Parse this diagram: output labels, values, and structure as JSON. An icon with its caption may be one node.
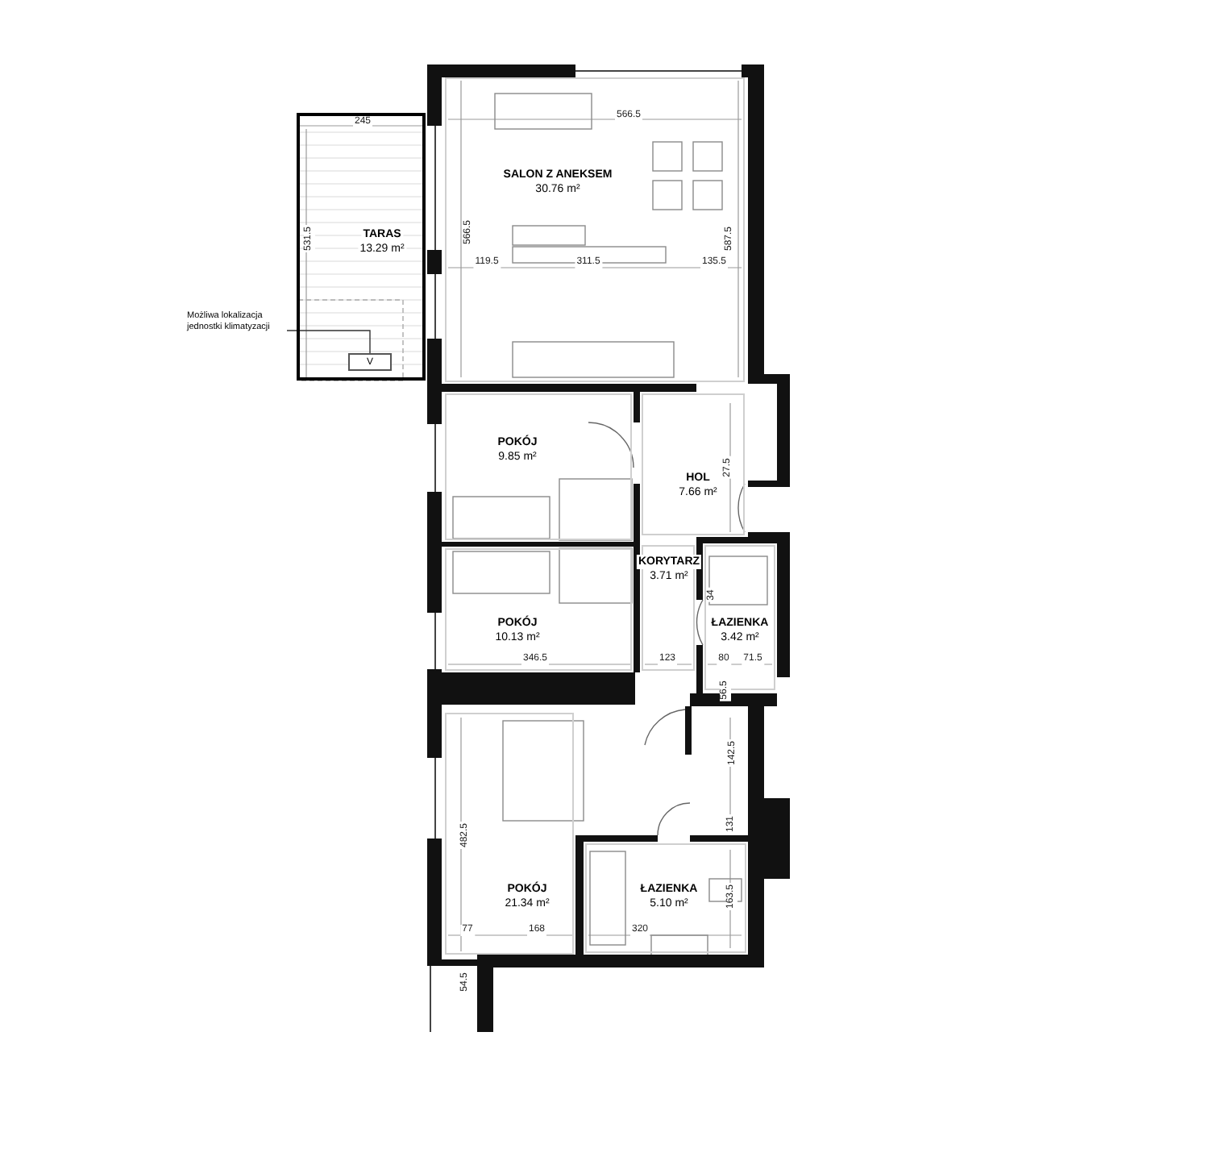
{
  "diagram": {
    "nodes": [
      {
        "text": [
          "TARAS",
          "13.29 m²"
        ]
      },
      {
        "text": [
          "SALON Z ANEKSEM",
          "30.76 m²"
        ]
      },
      {
        "text": [
          "POKÓJ",
          "9.85 m²"
        ]
      },
      {
        "text": [
          "HOL",
          "7.66 m²"
        ]
      },
      {
        "text": [
          "KORYTARZ",
          "3.71 m²"
        ]
      },
      {
        "text": [
          "POKÓJ",
          "10.13 m²"
        ]
      },
      {
        "text": [
          "ŁAZIENKA",
          "3.42 m²"
        ]
      },
      {
        "text": [
          "POKÓJ",
          "21.34 m²"
        ]
      },
      {
        "text": [
          "ŁAZIENKA",
          "5.10 m²"
        ]
      },
      {
        "text": [
          "Możliwa lokalizacja jednostki klimatyzacji"
        ]
      },
      {
        "text": [
          "V"
        ],
        "in": 0
      }
    ],
    "edges": [
      {
        "from": 9,
        "to": 10,
        "arrow": "none"
      }
    ],
    "labels": [
      "245",
      "566.5",
      "531.5",
      "566.5",
      "587.5",
      "119.5",
      "311.5",
      "135.5",
      "27.5",
      "34",
      "346.5",
      "123",
      "80",
      "71.5",
      "56.5",
      "142.5",
      "482.5",
      "131",
      "163.5",
      "77",
      "168",
      "320",
      "54.5"
    ]
  }
}
